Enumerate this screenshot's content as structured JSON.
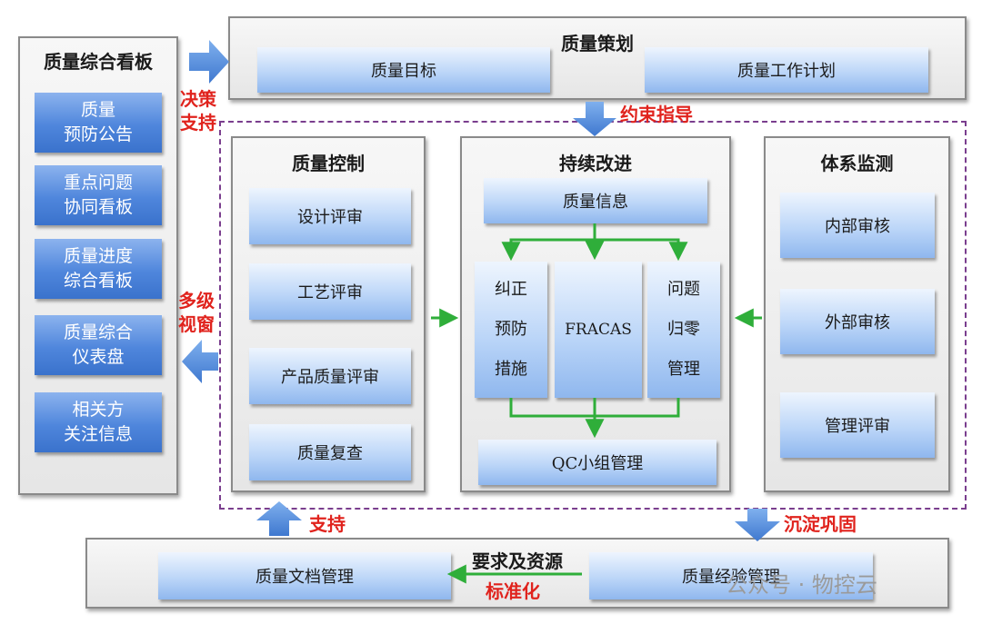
{
  "dashboard": {
    "title": "质量综合看板",
    "items": [
      {
        "l1": "质量",
        "l2": "预防公告"
      },
      {
        "l1": "重点问题",
        "l2": "协同看板"
      },
      {
        "l1": "质量进度",
        "l2": "综合看板"
      },
      {
        "l1": "质量综合",
        "l2": "仪表盘"
      },
      {
        "l1": "相关方",
        "l2": "关注信息"
      }
    ]
  },
  "planning": {
    "title": "质量策划",
    "items": [
      "质量目标",
      "质量工作计划"
    ]
  },
  "control": {
    "title": "质量控制",
    "items": [
      "设计评审",
      "工艺评审",
      "产品质量评审",
      "质量复查"
    ]
  },
  "improve": {
    "title": "持续改进",
    "info": "质量信息",
    "col1": [
      "纠正",
      "预防",
      "措施"
    ],
    "fracas": "FRACAS",
    "col3": [
      "问题",
      "归零",
      "管理"
    ],
    "qc": "QC小组管理"
  },
  "monitor": {
    "title": "体系监测",
    "items": [
      "内部审核",
      "外部审核",
      "管理评审"
    ]
  },
  "resources": {
    "title": "要求及资源",
    "doc": "质量文档管理",
    "exp": "质量经验管理"
  },
  "labels": {
    "decision": [
      "决策",
      "支持"
    ],
    "constraint": "约束指导",
    "window": [
      "多级",
      "视窗"
    ],
    "support": "支持",
    "consolidate": "沉淀巩固",
    "standard": "标准化"
  },
  "watermark": "公众号 · 物控云",
  "colors": {
    "accent_red": "#e0231d",
    "arrow_blue": "#4a86d6",
    "arrow_green": "#2fae3a",
    "dashed_purple": "#7a3e8e"
  }
}
